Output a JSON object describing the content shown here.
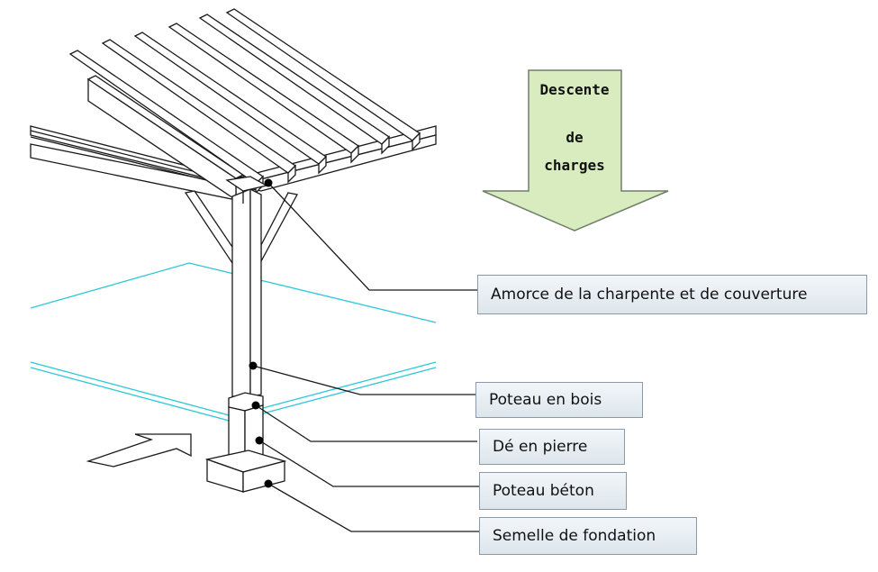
{
  "labels": {
    "charpente": "Amorce de la charpente et de  couverture",
    "poteau_bois": "Poteau  en bois",
    "de_pierre": "Dé en pierre",
    "poteau_beton": "Poteau béton",
    "semelle": "Semelle de fondation"
  },
  "load_arrow": {
    "line1": "Descente",
    "line2": "de",
    "line3": "charges",
    "fill": "#d9ecc0",
    "stroke": "#6f7f6a"
  },
  "colors": {
    "outline": "#1a1a1a",
    "guide_lines": "#2ec8d8",
    "box_border": "#8a9aa8"
  }
}
